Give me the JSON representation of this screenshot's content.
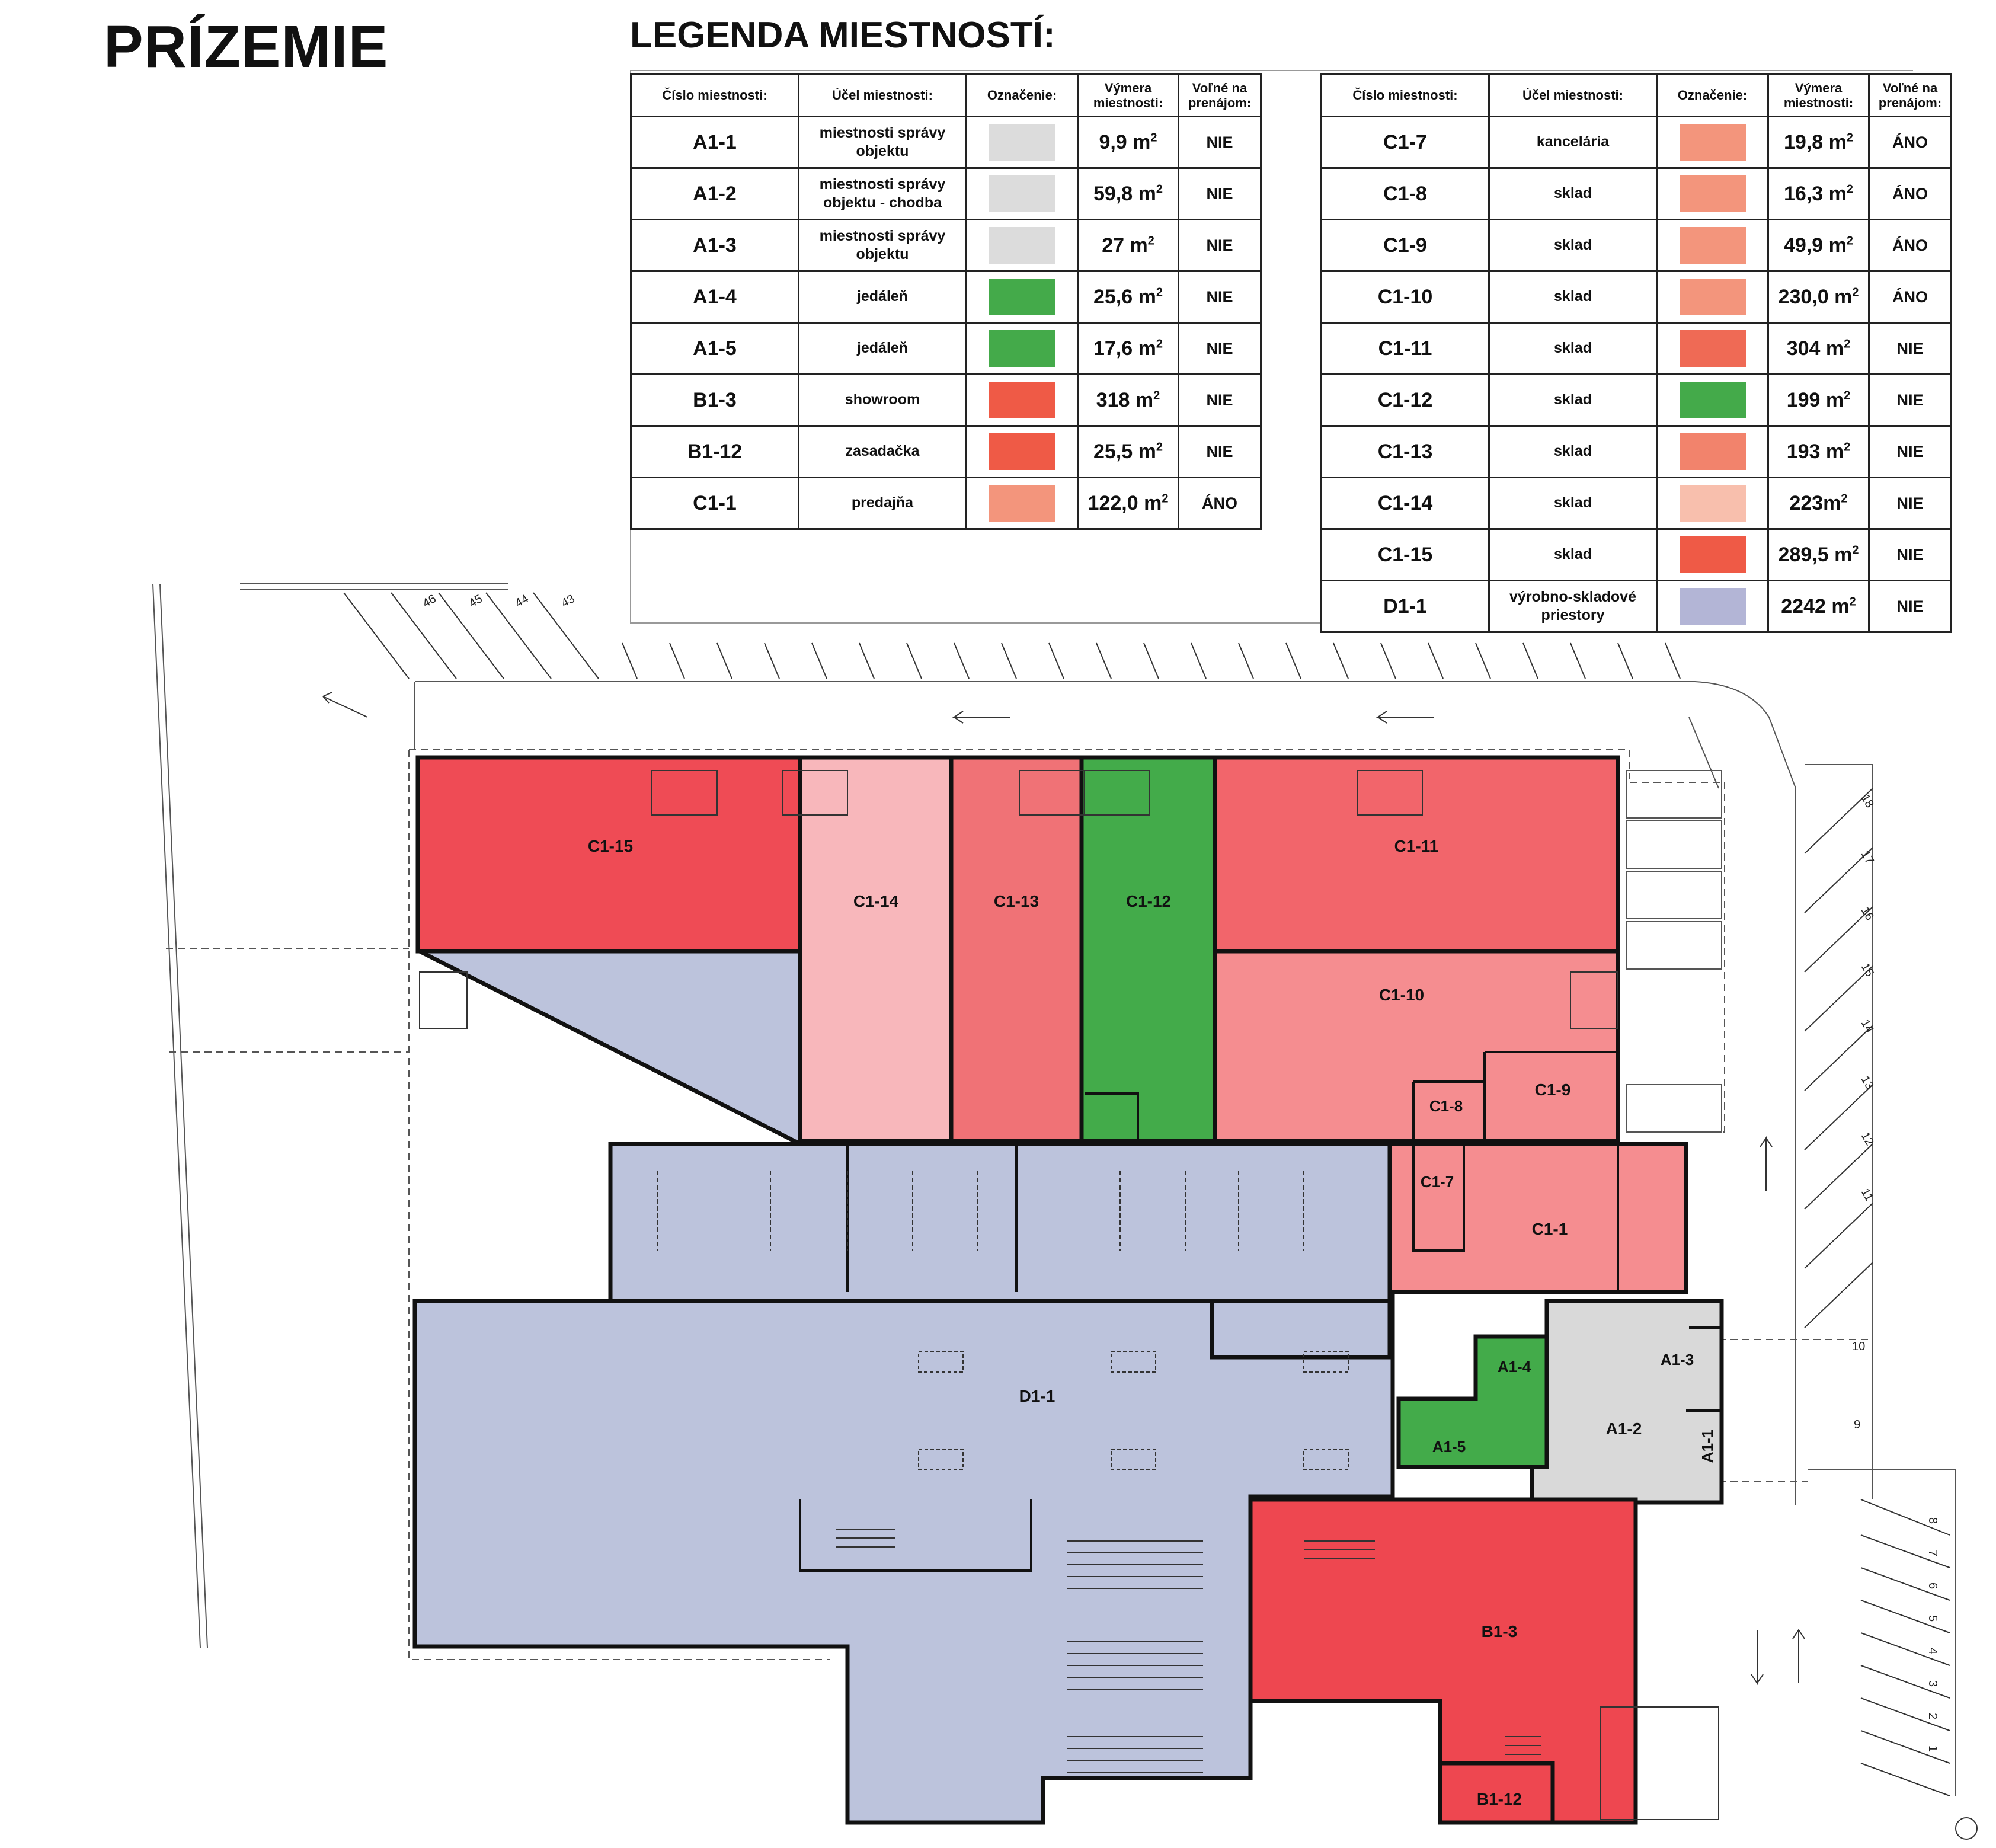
{
  "page_title": "PRÍZEMIE",
  "legend_title": "LEGENDA MIESTNOSTÍ:",
  "legend_headers": {
    "number": "Číslo miestnosti:",
    "purpose": "Účel miestnosti:",
    "marking": "Označenie:",
    "area_line1": "Výmera",
    "area_line2": "miestnosti:",
    "free_line1": "Voľné na",
    "free_line2": "prenájom:"
  },
  "area_unit": "m",
  "area_unit_exp": "2",
  "legend_left": [
    {
      "number": "A1-1",
      "purpose": "miestnosti správy objektu",
      "color": "#dcdcdc",
      "area": "9,9 m",
      "free": "NIE"
    },
    {
      "number": "A1-2",
      "purpose": "miestnosti správy objektu - chodba",
      "color": "#dcdcdc",
      "area": "59,8 m",
      "free": "NIE"
    },
    {
      "number": "A1-3",
      "purpose": "miestnosti správy objektu",
      "color": "#dcdcdc",
      "area": "27 m",
      "free": "NIE"
    },
    {
      "number": "A1-4",
      "purpose": "jedáleň",
      "color": "#44aa4a",
      "area": "25,6 m",
      "free": "NIE"
    },
    {
      "number": "A1-5",
      "purpose": "jedáleň",
      "color": "#44aa4a",
      "area": "17,6 m",
      "free": "NIE"
    },
    {
      "number": "B1-3",
      "purpose": "showroom",
      "color": "#ef5a46",
      "area": "318 m",
      "free": "NIE"
    },
    {
      "number": "B1-12",
      "purpose": "zasadačka",
      "color": "#ef5a46",
      "area": "25,5 m",
      "free": "NIE"
    },
    {
      "number": "C1-1",
      "purpose": "predajňa",
      "color": "#f3957c",
      "area": "122,0 m",
      "free": "ÁNO"
    }
  ],
  "legend_right": [
    {
      "number": "C1-7",
      "purpose": "kancelária",
      "color": "#f3957c",
      "area": "19,8 m",
      "free": "ÁNO"
    },
    {
      "number": "C1-8",
      "purpose": "sklad",
      "color": "#f3957c",
      "area": "16,3 m",
      "free": "ÁNO"
    },
    {
      "number": "C1-9",
      "purpose": "sklad",
      "color": "#f3957c",
      "area": "49,9 m",
      "free": "ÁNO"
    },
    {
      "number": "C1-10",
      "purpose": "sklad",
      "color": "#f3957c",
      "area": "230,0 m",
      "free": "ÁNO"
    },
    {
      "number": "C1-11",
      "purpose": "sklad",
      "color": "#ef6a55",
      "area": "304 m",
      "free": "NIE"
    },
    {
      "number": "C1-12",
      "purpose": "sklad",
      "color": "#44aa4a",
      "area": "199 m",
      "free": "NIE"
    },
    {
      "number": "C1-13",
      "purpose": "sklad",
      "color": "#f2836c",
      "area": "193 m",
      "free": "NIE"
    },
    {
      "number": "C1-14",
      "purpose": "sklad",
      "color": "#f8bfad",
      "area": "223m",
      "free": "NIE"
    },
    {
      "number": "C1-15",
      "purpose": "sklad",
      "color": "#ef5a46",
      "area": "289,5 m",
      "free": "NIE"
    },
    {
      "number": "D1-1",
      "purpose": "výrobno-skladové priestory",
      "color": "#b3b5d6",
      "area": "2242 m",
      "free": "NIE"
    }
  ],
  "plan": {
    "colors": {
      "storage_c115": "#ef4b55",
      "storage_c114": "#f8b7bb",
      "storage_c113": "#f07276",
      "storage_c112": "#43ab4a",
      "storage_c111": "#f2656b",
      "storage_c110": "#f58d90",
      "production": "#bcc3dc",
      "showroom": "#ee4750",
      "admin": "#d9d9d9",
      "canteen": "#43ab4a"
    },
    "room_labels": {
      "c115": "C1-15",
      "c114": "C1-14",
      "c113": "C1-13",
      "c112": "C1-12",
      "c111": "C1-11",
      "c110": "C1-10",
      "c19": "C1-9",
      "c18": "C1-8",
      "c17": "C1-7",
      "c11": "C1-1",
      "d11": "D1-1",
      "a14": "A1-4",
      "a15": "A1-5",
      "a13": "A1-3",
      "a12": "A1-2",
      "a11": "A1-1",
      "b13": "B1-3",
      "b112": "B1-12"
    },
    "parking_top": [
      "46",
      "45",
      "44",
      "43"
    ],
    "parking_right": [
      "18",
      "17",
      "16",
      "15",
      "14",
      "13",
      "12",
      "11"
    ],
    "parking_mid": [
      "10",
      "9"
    ],
    "parking_bottom": [
      "8",
      "7",
      "6",
      "5",
      "4",
      "3",
      "2",
      "1"
    ]
  }
}
